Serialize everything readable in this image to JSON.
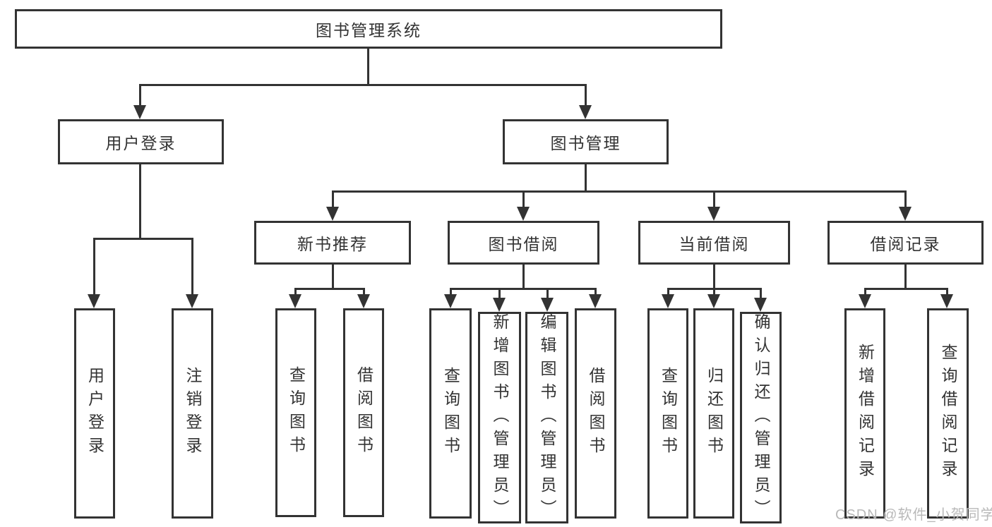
{
  "diagram": {
    "title_node": "图书管理系统",
    "level2": {
      "user_login": "用户登录",
      "book_management": "图书管理"
    },
    "level3": {
      "new_book_recommend": "新书推荐",
      "book_borrow": "图书借阅",
      "current_borrow": "当前借阅",
      "borrow_records": "借阅记录"
    },
    "leaves": {
      "user_login_leaf": "用户登录",
      "logout_leaf": "注销登录",
      "nb_query_books": "查询图书",
      "nb_borrow_books": "借阅图书",
      "bb_query_books": "查询图书",
      "bb_add_books": "新增图书（管理员）",
      "bb_edit_books": "编辑图书（管理员）",
      "bb_borrow_books": "借阅图书",
      "cb_query_books": "查询图书",
      "cb_return_books": "归还图书",
      "cb_confirm_return": "确认归还（管理员）",
      "br_add_record": "新增借阅记录",
      "br_query_record": "查询借阅记录"
    }
  },
  "watermark": {
    "text": "CSDN @软件_小贺同学"
  },
  "colors": {
    "line": "#333333",
    "text": "#333333",
    "watermark": "#b9b9b9"
  }
}
